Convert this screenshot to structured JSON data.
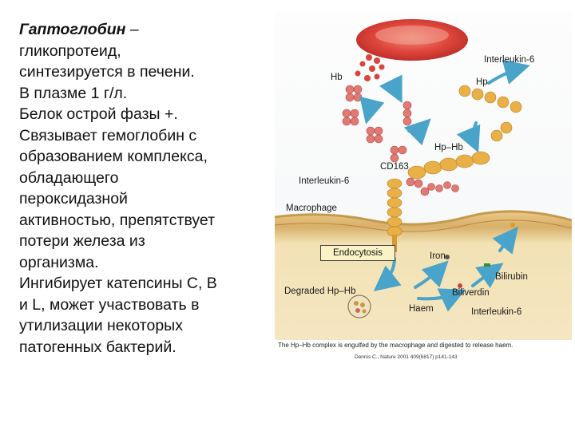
{
  "text": {
    "term": "Гаптоглобин",
    "dash": " –",
    "lines": [
      "гликопротеид,",
      "синтезируется в печени.",
      "В плазме 1 г/л.",
      "Белок острой фазы +.",
      "Связывает гемоглобин с",
      "образованием комплекса,",
      "обладающего",
      "пероксидазной",
      "активностью, препятствует",
      "потери железа из",
      "организма.",
      "Ингибирует катепсины С, В",
      "и L, может участвовать в",
      "утилизации некоторых",
      "патогенных бактерий."
    ]
  },
  "figure": {
    "labels": {
      "interleukin_top": "Interleukin-6",
      "hb": "Hb",
      "hp": "Hp",
      "hp_hb": "Hp–Hb",
      "cd163": "CD163",
      "interleukin_mid": "Interleukin-6",
      "macrophage": "Macrophage",
      "endocytosis": "Endocytosis",
      "iron": "Iron",
      "bilirubin": "Bilirubin",
      "degraded": "Degraded Hp–Hb",
      "biliverdin": "Biliverdin",
      "haem": "Haem",
      "interleukin_bottom": "Interleukin-6"
    },
    "caption": "The Hp–Hb complex is engulfed by the macrophage and digested to release haem.",
    "citation": "Dennis C., Nature 2001 409(6817) p141-143",
    "colors": {
      "rbc": "#d9453c",
      "haemoglobin": "#e08a86",
      "haptoglobin": "#e8a53a",
      "arrow": "#4aa3c9",
      "membrane": "#e8c878",
      "cytoplasm": "#f0dcaa"
    }
  }
}
